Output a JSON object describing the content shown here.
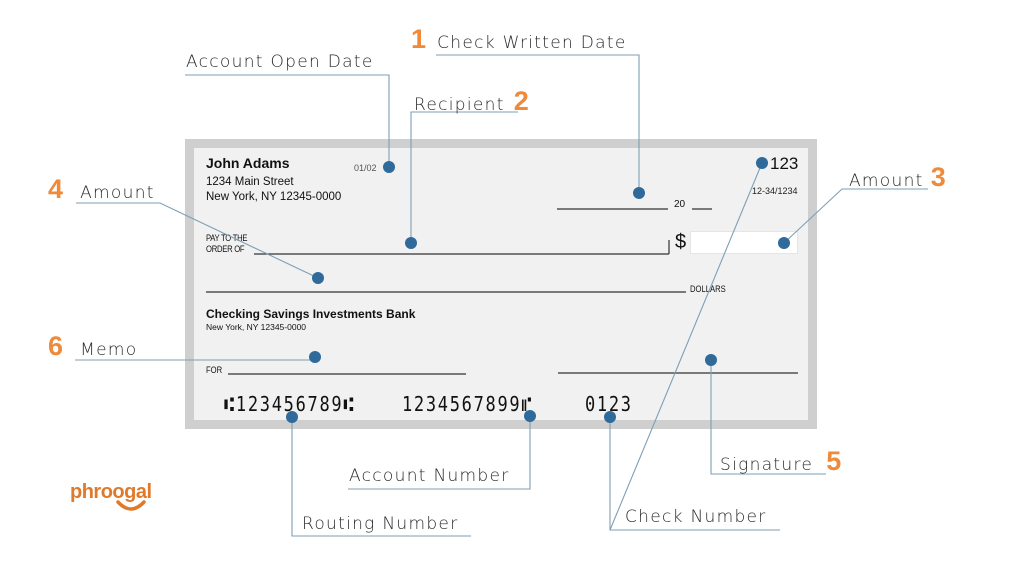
{
  "colors": {
    "accent": "#ee8a3a",
    "dot": "#2f6a9a",
    "leader_line": "#7f9fb5",
    "check_border": "#cfcfcf",
    "check_face": "#f1f1f1",
    "logo": "#e07a2a"
  },
  "check": {
    "owner_name": "John Adams",
    "owner_street": "1234 Main Street",
    "owner_city": "New York, NY 12345-0000",
    "account_open_date": "01/02",
    "check_number": "123",
    "fraction_code": "12-34/1234",
    "date_prefix": "20",
    "pay_to_line1": "PAY TO THE",
    "pay_to_line2": "ORDER OF",
    "dollar_sign": "$",
    "dollars_label": "DOLLARS",
    "bank_name": "Checking Savings Investments Bank",
    "bank_address": "New York, NY 12345-0000",
    "memo_label": "FOR",
    "micr_routing": "⑆123456789⑆",
    "micr_account": "1234567899⑈",
    "micr_check_number": "0123"
  },
  "callouts": {
    "account_open_date": {
      "label": "Account Open Date"
    },
    "check_written_date": {
      "number": "1",
      "label": "Check Written Date"
    },
    "recipient": {
      "number": "2",
      "label": "Recipient"
    },
    "amount_numeric": {
      "number": "3",
      "label": "Amount"
    },
    "amount_written": {
      "number": "4",
      "label": "Amount"
    },
    "signature": {
      "number": "5",
      "label": "Signature"
    },
    "memo": {
      "number": "6",
      "label": "Memo"
    },
    "account_number": {
      "label": "Account Number"
    },
    "routing_number": {
      "label": "Routing Number"
    },
    "check_number": {
      "label": "Check Number"
    }
  },
  "logo": {
    "text": "phroogal"
  }
}
